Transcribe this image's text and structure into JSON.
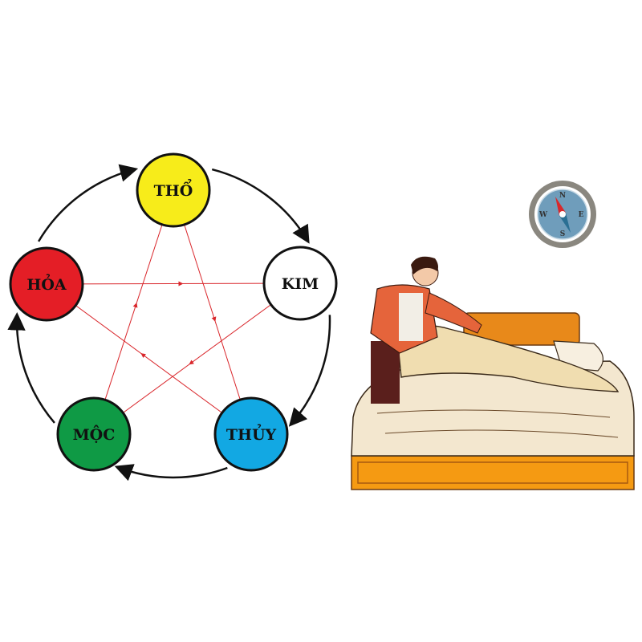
{
  "diagram": {
    "elements": [
      {
        "id": "tho",
        "label": "THỔ",
        "color": "#f7ec1a"
      },
      {
        "id": "kim",
        "label": "KIM",
        "color": "#ffffff"
      },
      {
        "id": "thuy",
        "label": "THỦY",
        "color": "#12a8e3"
      },
      {
        "id": "moc",
        "label": "MỘC",
        "color": "#0f9a45"
      },
      {
        "id": "hoa",
        "label": "HỎA",
        "color": "#e41e26"
      }
    ],
    "generating_cycle": [
      "tho",
      "kim",
      "thuy",
      "moc",
      "hoa"
    ],
    "controlling_cycle": [
      [
        "hoa",
        "kim"
      ],
      [
        "kim",
        "moc"
      ],
      [
        "moc",
        "tho"
      ],
      [
        "tho",
        "thuy"
      ],
      [
        "thuy",
        "hoa"
      ]
    ],
    "arrow_colors": {
      "generating": "#111111",
      "controlling": "#d9262b"
    }
  },
  "compass": {
    "n": "N",
    "e": "E",
    "s": "S",
    "w": "W"
  },
  "illustration": {
    "colors": {
      "headboard": "#e8891a",
      "base": "#f59a12",
      "sheet": "#f0ddb0",
      "mattress": "#f3e7cf",
      "shirt": "#e5643b"
    }
  }
}
